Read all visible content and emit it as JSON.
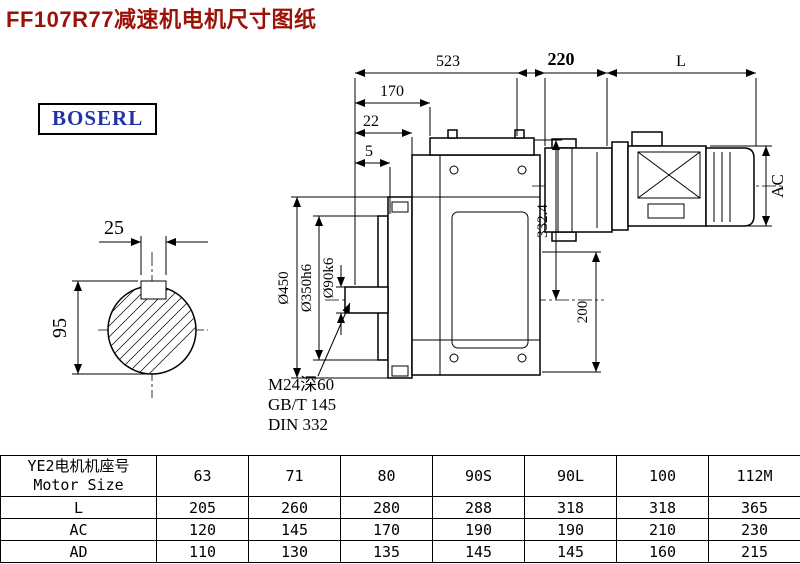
{
  "page": {
    "title": "FF107R77减速机电机尺寸图纸",
    "brand": "BOSERL"
  },
  "colors": {
    "title_red": "#9c1208",
    "brand_blue": "#2233aa",
    "line_black": "#000000"
  },
  "drawing": {
    "dims": {
      "total": "523",
      "adapter": "220",
      "motor_length": "L",
      "front": "170",
      "step": "22",
      "gap": "5",
      "ac": "AC",
      "height": "332.4",
      "side": "200",
      "flange_dia": "Ø450",
      "spigot_dia": "Ø350h6",
      "shaft_dia": "Ø90k6",
      "key_width": "25",
      "key_height": "95",
      "center_hole": "M24深60",
      "standard_gb": "GB/T 145",
      "standard_din": "DIN 332"
    }
  },
  "table": {
    "header": {
      "line1": "YE2电机机座号",
      "line2": "Motor Size"
    },
    "sizes": [
      "63",
      "71",
      "80",
      "90S",
      "90L",
      "100",
      "112M"
    ],
    "rows": [
      {
        "label": "L",
        "values": [
          "205",
          "260",
          "280",
          "288",
          "318",
          "318",
          "365"
        ]
      },
      {
        "label": "AC",
        "values": [
          "120",
          "145",
          "170",
          "190",
          "190",
          "210",
          "230"
        ]
      },
      {
        "label": "AD",
        "values": [
          "110",
          "130",
          "135",
          "145",
          "145",
          "160",
          "215"
        ]
      }
    ]
  }
}
